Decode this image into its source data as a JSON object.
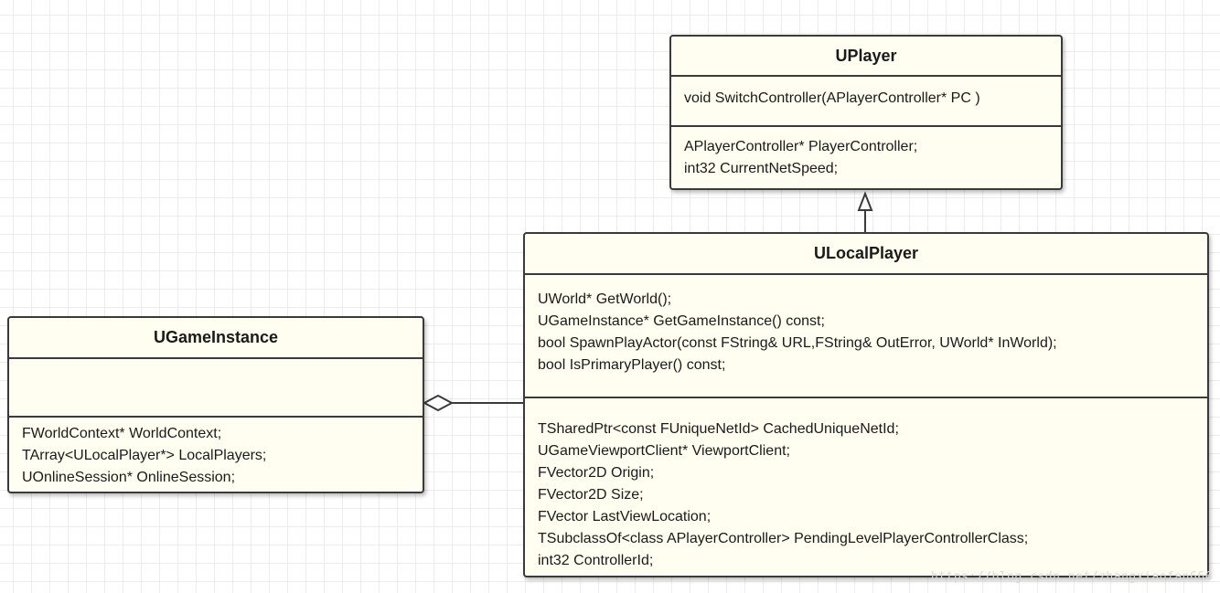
{
  "classes": {
    "uplayer": {
      "name": "UPlayer",
      "methods": [
        "void SwitchController(APlayerController* PC )"
      ],
      "attributes": [
        "APlayerController* PlayerController;",
        "int32 CurrentNetSpeed;"
      ]
    },
    "ulocalplayer": {
      "name": "ULocalPlayer",
      "methods": [
        "UWorld* GetWorld();",
        "UGameInstance* GetGameInstance() const;",
        "bool SpawnPlayActor(const FString& URL,FString& OutError, UWorld* InWorld);",
        "bool IsPrimaryPlayer() const;"
      ],
      "attributes": [
        "TSharedPtr<const FUniqueNetId> CachedUniqueNetId;",
        "UGameViewportClient* ViewportClient;",
        "FVector2D Origin;",
        "FVector2D Size;",
        "FVector LastViewLocation;",
        "TSubclassOf<class APlayerController> PendingLevelPlayerControllerClass;",
        "int32 ControllerId;"
      ]
    },
    "ugameinstance": {
      "name": "UGameInstance",
      "methods": [],
      "attributes": [
        "FWorldContext* WorldContext;",
        "TArray<ULocalPlayer*> LocalPlayers;",
        "UOnlineSession* OnlineSession;"
      ]
    }
  },
  "relations": [
    {
      "type": "generalization",
      "from": "ULocalPlayer",
      "to": "UPlayer"
    },
    {
      "type": "aggregation",
      "from": "ULocalPlayer",
      "to": "UGameInstance"
    }
  ],
  "watermark": "https://blog.csdn.net/zhangxiaofan666"
}
